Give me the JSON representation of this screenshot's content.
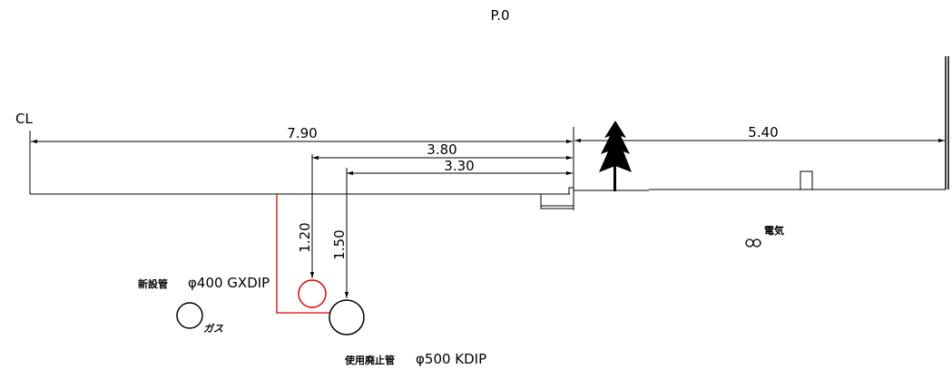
{
  "drawing": {
    "section_label": "P.0",
    "centerline_label": "CL",
    "dimensions": {
      "total_left": "7.90",
      "new_pipe_offset": "3.80",
      "old_pipe_offset": "3.30",
      "right_width": "5.40",
      "new_pipe_depth": "1.20",
      "old_pipe_depth": "1.50"
    },
    "pipes": {
      "new_pipe": {
        "label_jp": "新設管",
        "label_spec": "φ400 GXDIP",
        "color": "#e60000"
      },
      "old_pipe": {
        "label_jp": "使用廃止管",
        "label_spec": "φ500 KDIP"
      },
      "gas": {
        "label": "ガス"
      },
      "electric": {
        "label": "電気"
      }
    }
  }
}
